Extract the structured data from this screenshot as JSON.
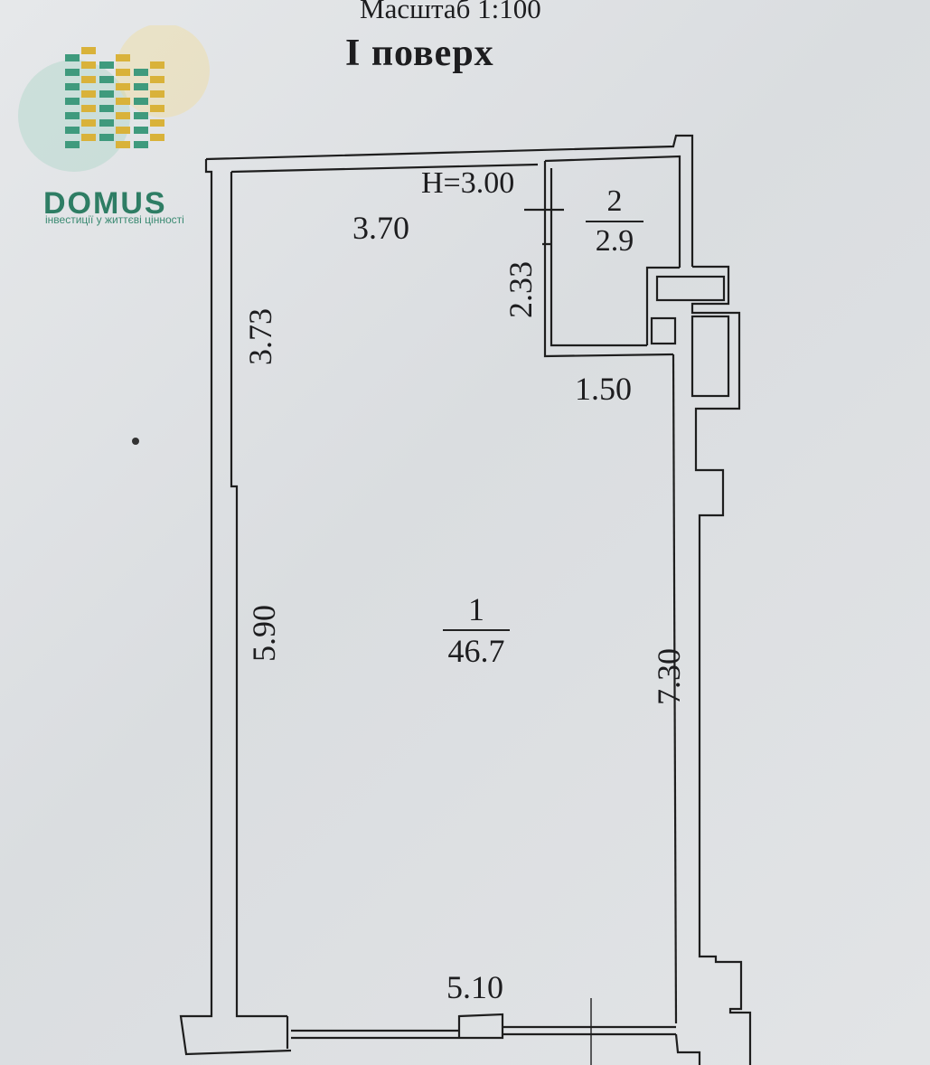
{
  "header": {
    "scale": "Масштаб 1:100",
    "floor": "І поверх"
  },
  "logo": {
    "name": "DOMUS",
    "tagline": "інвестиції у життєві цінності",
    "colors": {
      "green": "#2e7d64",
      "yellow": "#d9b23a"
    }
  },
  "plan": {
    "height_label": "Н=3.00",
    "dimensions": {
      "top_width": "3.70",
      "left_upper": "3.73",
      "left_lower": "5.90",
      "right": "7.30",
      "bottom": "5.10",
      "wc_height": "2.33",
      "wc_width": "1.50"
    },
    "rooms": [
      {
        "number": "1",
        "area": "46.7"
      },
      {
        "number": "2",
        "area": "2.9"
      }
    ]
  }
}
